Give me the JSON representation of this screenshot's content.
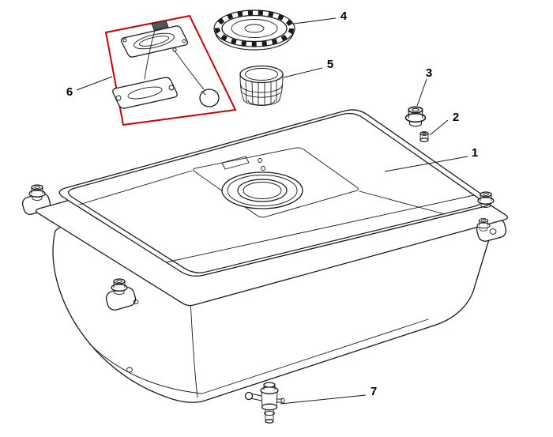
{
  "diagram": {
    "type": "exploded-parts-diagram",
    "subject": "fuel-tank-assembly",
    "background": "#ffffff",
    "line_color": "#1a1a1a",
    "highlight_color": "#d40000",
    "callouts": [
      {
        "label": "1",
        "part": "fuel-tank"
      },
      {
        "label": "2",
        "part": "small-bushing"
      },
      {
        "label": "3",
        "part": "grommet"
      },
      {
        "label": "4",
        "part": "fuel-filler-cap"
      },
      {
        "label": "5",
        "part": "fuel-strainer"
      },
      {
        "label": "6",
        "part": "fuel-gauge-assembly"
      },
      {
        "label": "7",
        "part": "fuel-valve-petcock"
      }
    ]
  }
}
